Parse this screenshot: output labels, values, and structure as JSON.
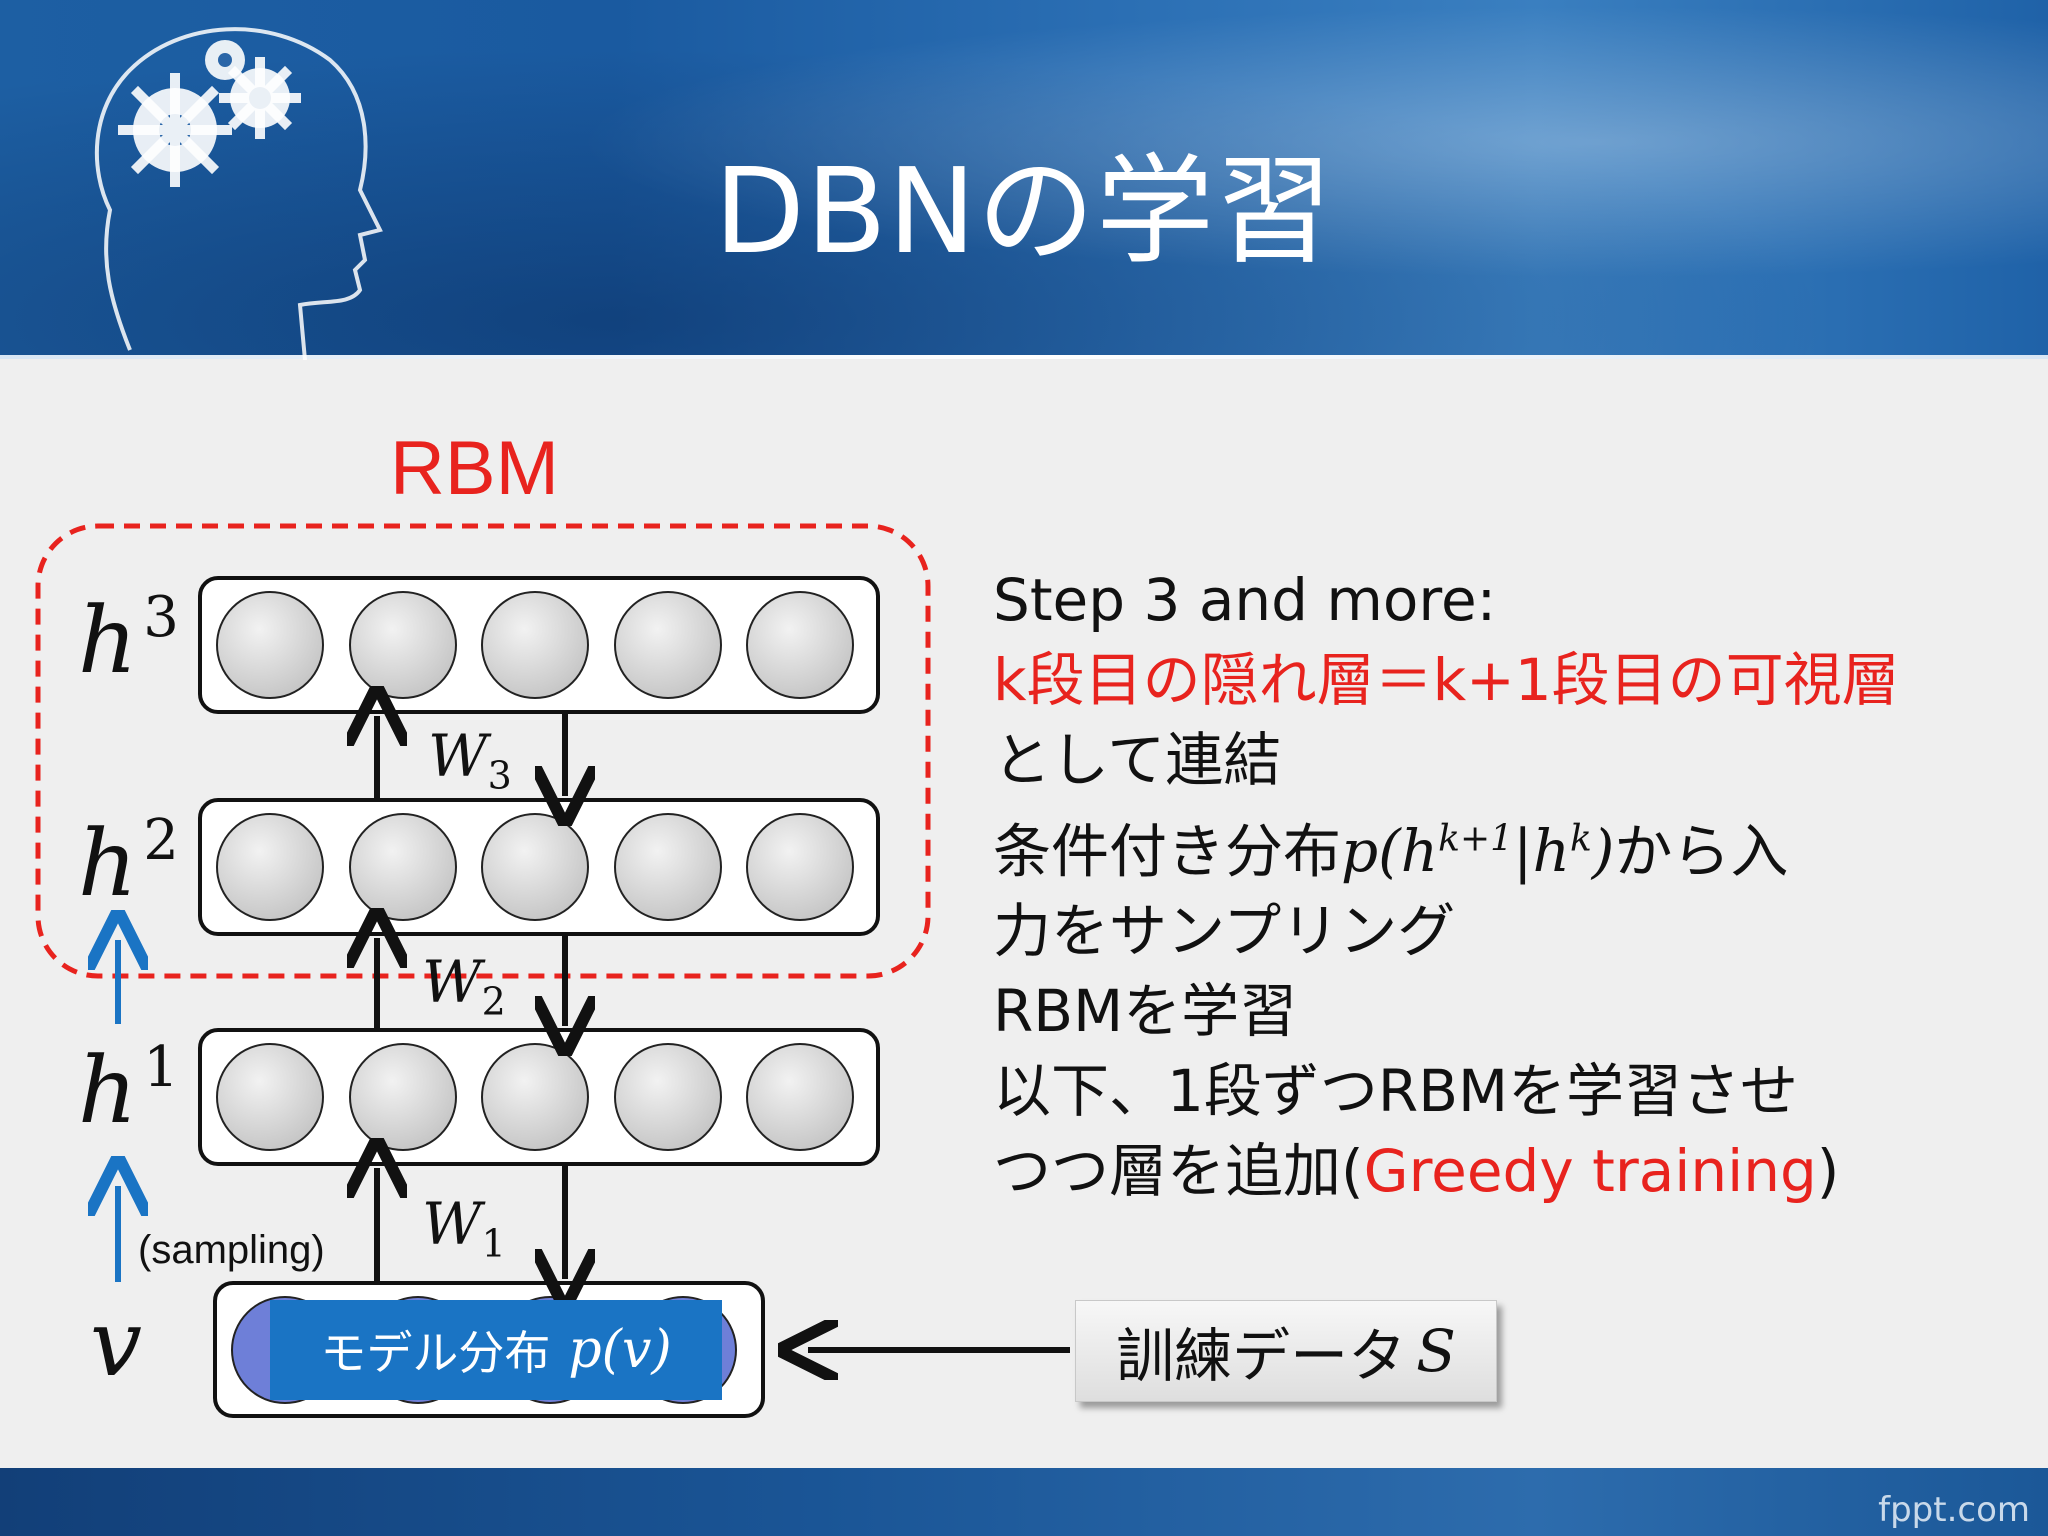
{
  "slide": {
    "title": "DBNの学習",
    "footer_credit": "fppt.com"
  },
  "diagram": {
    "rbm_label": "RBM",
    "layers": [
      {
        "symbol": "h",
        "superscript": "3"
      },
      {
        "symbol": "h",
        "superscript": "2"
      },
      {
        "symbol": "h",
        "superscript": "1"
      },
      {
        "symbol": "v",
        "superscript": ""
      }
    ],
    "weights": [
      {
        "symbol": "W",
        "subscript": "3"
      },
      {
        "symbol": "W",
        "subscript": "2"
      },
      {
        "symbol": "W",
        "subscript": "1"
      }
    ],
    "sampling_label": "(sampling)",
    "model_distribution": {
      "text": "モデル分布",
      "math": "p(v)"
    },
    "training_data": {
      "text": "訓練データ",
      "math": "S"
    },
    "colors": {
      "rbm_border": "#e8231e",
      "blue_arrow": "#1a74c4",
      "node_fill": "#dcdcdc"
    }
  },
  "text": {
    "line1": "Step 3 and more:",
    "line2": "k段目の隠れ層＝k+1段目の可視層",
    "line3": "として連結",
    "line4_text": "条件付き分布",
    "line4_math_p": "p(h",
    "line4_math_sup1": "k+1",
    "line4_math_mid": "|h",
    "line4_math_sup2": "k",
    "line4_math_close": ")",
    "line4_tail": "から入",
    "line5": "力をサンプリング",
    "line6": "RBMを学習",
    "line7": "以下、1段ずつRBMを学習させ",
    "line8_pre": "つつ層を追加(",
    "line8_red": "Greedy training",
    "line8_post": ")"
  }
}
